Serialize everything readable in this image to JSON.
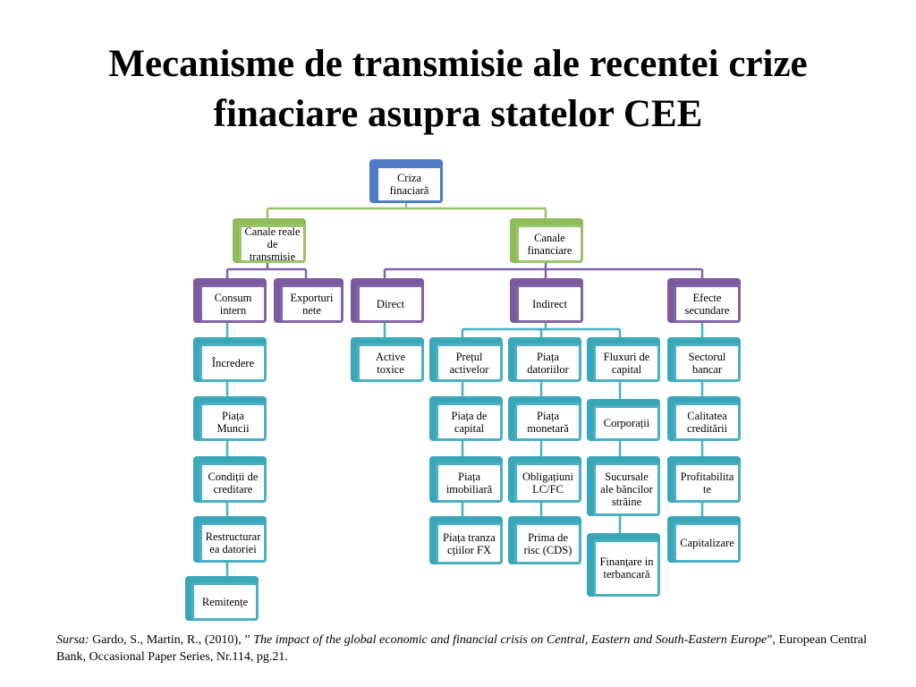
{
  "title": {
    "line1": "Mecanisme de transmisie ale recentei crize",
    "line2": "finaciare asupra statelor CEE"
  },
  "colors": {
    "blue": "#4f7ac7",
    "green": "#9bc46a",
    "purple": "#8264a8",
    "teal": "#4bb0c2"
  },
  "nodes": {
    "root": "Criza finaciară",
    "real": "Canale reale de transmisie",
    "fin": "Canale financiare",
    "consum": "Consum intern",
    "export": "Exporturi nete",
    "direct": "Direct",
    "indirect": "Indirect",
    "efecte": "Efecte secundare",
    "incredere": "Încredere",
    "piata_muncii": "Piața Muncii",
    "conditii": "Condiții de creditare",
    "restructurare": "Restructurarea datoriei",
    "remitente": "Remitențe",
    "active_toxice": "Active toxice",
    "pretul_activelor": "Prețul activelor",
    "piata_capital": "Piața de capital",
    "piata_imobiliara": "Piața imobiliară",
    "piata_fx": "Piața tranzacțiilor FX",
    "piata_datoriilor": "Piața datoriilor",
    "piata_monetara": "Piața monetară",
    "obligatiuni": "Obligațiuni LC/FC",
    "prima_risc": "Prima de risc (CDS)",
    "fluxuri": "Fluxuri de capital",
    "corporatii": "Corporații",
    "sucursale": "Sucursale ale băncilor străine",
    "finantare": "Finanțare interbancară",
    "sectorul_bancar": "Sectorul bancar",
    "calitatea": "Calitatea creditării",
    "profitabilitate": "Profitabilitate",
    "capitalizare": "Capitalizare"
  },
  "source": {
    "label": "Sursa:",
    "authors": " Gardo, S., Martin, R., (2010), ” ",
    "work": "The impact of the global economic and financial crisis on Central, Eastern and South-Eastern Europe",
    "rest": "”, European Central Bank, Occasional Paper Series, Nr.114, pg.21."
  }
}
